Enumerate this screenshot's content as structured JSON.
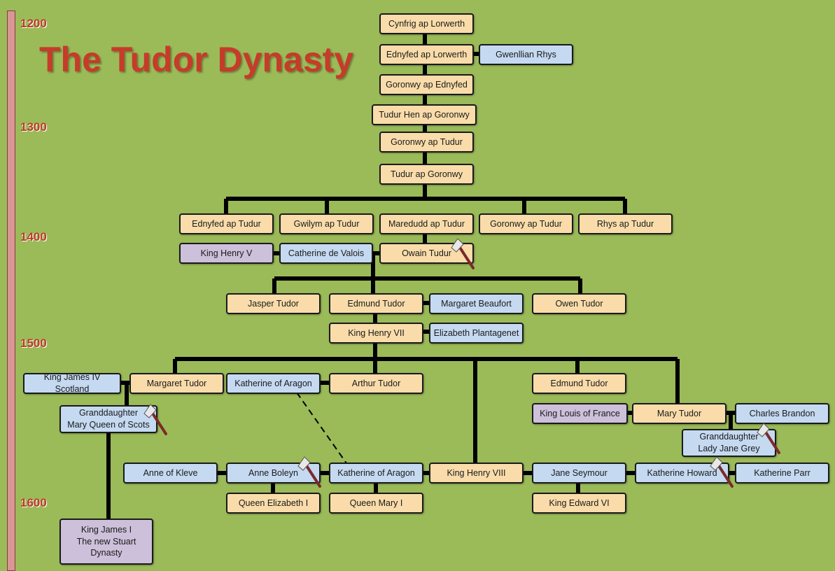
{
  "title": "The Tudor Dynasty",
  "timeline": {
    "years": [
      "1200",
      "1300",
      "1400",
      "1500",
      "1600"
    ]
  },
  "people": {
    "cynfrig": "Cynfrig ap Lorwerth",
    "ednyfed_lorwerth": "Ednyfed ap Lorwerth",
    "gwenllian": "Gwenllian Rhys",
    "goronwy_ednyfed": "Goronwy ap Ednyfed",
    "tudur_hen": "Tudur Hen ap Goronwy",
    "goronwy_tudur_1": "Goronwy ap Tudur",
    "tudur_goronwy": "Tudur ap Goronwy",
    "ednyfed_tudur": "Ednyfed ap Tudur",
    "gwilym": "Gwilym ap Tudur",
    "maredudd": "Maredudd ap Tudur",
    "goronwy_tudur_2": "Goronwy ap Tudur",
    "rhys": "Rhys ap Tudur",
    "henry_v": "King Henry V",
    "catherine_valois": "Catherine de Valois",
    "owain": "Owain Tudur",
    "jasper": "Jasper Tudor",
    "edmund": "Edmund Tudor",
    "margaret_beaufort": "Margaret Beaufort",
    "owen": "Owen Tudor",
    "henry_vii": "King Henry VII",
    "elizabeth_plantagenet": "Elizabeth Plantagenet",
    "james_iv": "King James IV Scotland",
    "margaret_tudor": "Margaret Tudor",
    "katherine_aragon_1": "Katherine of Aragon",
    "arthur": "Arthur Tudor",
    "edmund_2": "Edmund Tudor",
    "mary_qos": "Granddaughter\nMary Queen of Scots",
    "louis": "King Louis of France",
    "mary_tudor": "Mary Tudor",
    "charles_brandon": "Charles Brandon",
    "jane_grey": "Granddaughter\nLady Jane Grey",
    "anne_kleve": "Anne of Kleve",
    "anne_boleyn": "Anne Boleyn",
    "katherine_aragon_2": "Katherine of Aragon",
    "henry_viii": "King Henry VIII",
    "jane_seymour": "Jane Seymour",
    "katherine_howard": "Katherine Howard",
    "katherine_parr": "Katherine Parr",
    "elizabeth_i": "Queen Elizabeth I",
    "mary_i": "Queen Mary I",
    "edward_vi": "King Edward VI",
    "james_i": "King James I\nThe new Stuart\nDynasty"
  },
  "colors": {
    "background": "#9bbb59",
    "tudor_box": "#f9dcaa",
    "spouse_box": "#c5d9f1",
    "royal_box": "#ccc0da",
    "title": "#c63b2a",
    "timeline": "#d99694"
  },
  "icons": {
    "executed": "axe-icon"
  }
}
